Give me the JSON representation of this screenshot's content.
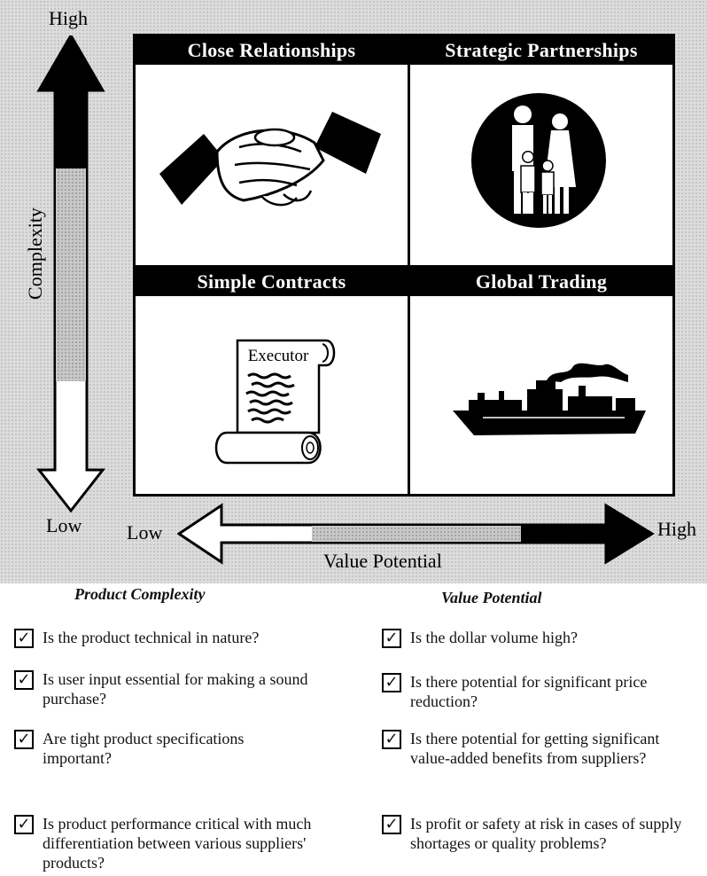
{
  "complexity_axis": {
    "title": "Complexity",
    "high": "High",
    "low": "Low"
  },
  "value_axis": {
    "title": "Value Potential",
    "high": "High",
    "low": "Low"
  },
  "quadrants": [
    {
      "label": "Close Relationships",
      "icon": "handshake-icon"
    },
    {
      "label": "Strategic Partnerships",
      "icon": "family-group-icon"
    },
    {
      "label": "Simple Contracts",
      "icon": "scroll-contract-icon",
      "icon_text": "Executor"
    },
    {
      "label": "Global Trading",
      "icon": "cargo-ship-icon"
    }
  ],
  "product_complexity": {
    "title": "Product Complexity",
    "items": [
      "Is the product technical in nature?",
      "Is user input essential for making a sound purchase?",
      "Are tight product specifications important?",
      "Is product performance critical with much differentiation between various suppliers' products?"
    ]
  },
  "value_potential": {
    "title": "Value Potential",
    "items": [
      "Is the dollar volume high?",
      "Is there potential for significant price reduction?",
      "Is there potential for getting significant value-added benefits from suppliers?",
      "Is profit or safety at risk in cases of supply shortages or quality problems?"
    ]
  },
  "checkmark": "✓"
}
